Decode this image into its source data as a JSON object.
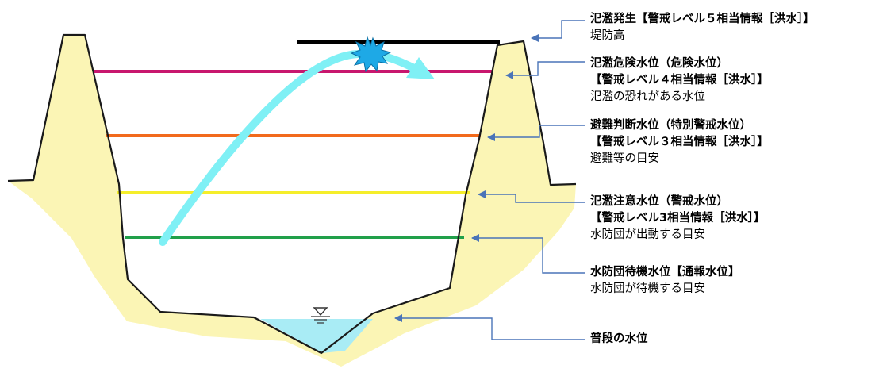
{
  "colors": {
    "embankment_fill": "#FBF5B5",
    "outline": "#1a1a1a",
    "bank_height_line": "#000000",
    "flood_danger_line": "#C8176E",
    "evacuation_line": "#F26A1C",
    "flood_caution_line": "#F5EE2A",
    "standby_line": "#21A04A",
    "normal_water": "#A9ECF5",
    "arrow": "#7FF0F5",
    "burst": "#1EA9E6",
    "leader": "#4A74B8"
  },
  "icons": {
    "water_surface": "water-surface-triangle-icon",
    "overflow": "overflow-burst-icon"
  },
  "levels": [
    {
      "key": "flood_occurrence",
      "title": "氾濫発生【警戒レベル５相当情報［洪水］】",
      "lines": [
        "堤防高"
      ]
    },
    {
      "key": "flood_danger",
      "title": "氾濫危険水位（危険水位）",
      "title2": "【警戒レベル４相当情報［洪水］】",
      "lines": [
        "氾濫の恐れがある水位"
      ]
    },
    {
      "key": "evacuation_judgment",
      "title": "避難判断水位（特別警戒水位）",
      "title2": "【警戒レベル３相当情報［洪水］】",
      "lines": [
        "避難等の目安"
      ]
    },
    {
      "key": "flood_caution",
      "title": "氾濫注意水位（警戒水位）",
      "title2": "【警戒レベル3相当情報［洪水］】",
      "lines": [
        "水防団が出動する目安"
      ]
    },
    {
      "key": "standby",
      "title": "水防団待機水位【通報水位】",
      "lines": [
        "水防団が待機する目安"
      ]
    },
    {
      "key": "normal",
      "title": "普段の水位",
      "lines": []
    }
  ]
}
